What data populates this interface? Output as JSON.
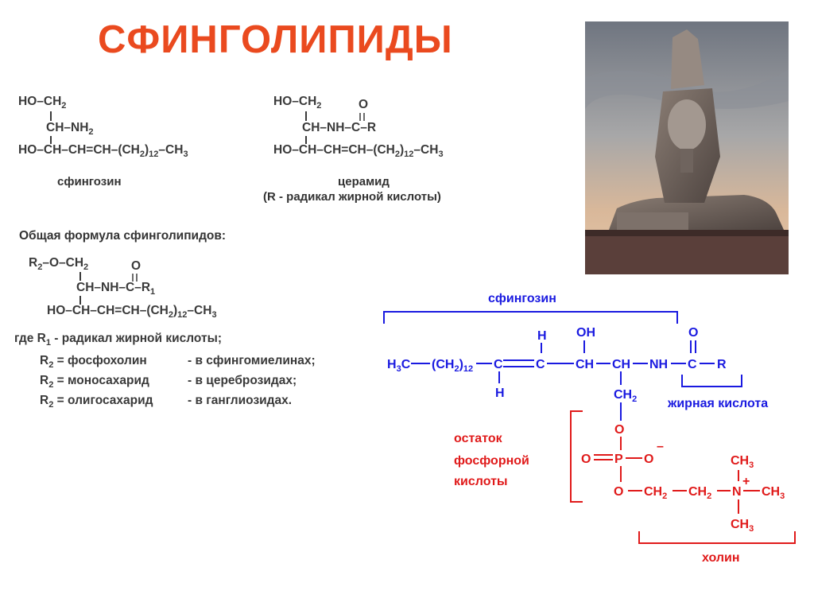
{
  "title": "СФИНГОЛИПИДЫ",
  "sphingosine": {
    "line1": "HO–CH2",
    "line2": "CH–NH2",
    "line3": "HO–CH–CH=CH–(CH2)12–CH3",
    "caption": "сфингозин"
  },
  "ceramide": {
    "o_atom": "O",
    "line1": "HO–CH2",
    "line2": "CH–NH–C–R",
    "line3": "HO–CH–CH=CH–(CH2)12–CH3",
    "caption": "церамид",
    "note": "(R - радикал жирной кислоты)"
  },
  "general": {
    "heading": "Общая формула сфинголипидов:",
    "o_atom": "O",
    "line1": "R2–O–CH2",
    "line2": "CH–NH–C–R1",
    "line3": "HO–CH–CH=CH–(CH2)12–CH3",
    "legend": [
      {
        "lhs": "где R1 - радикал жирной кислоты;",
        "rhs": ""
      },
      {
        "lhs": "R2 = фосфохолин",
        "rhs": "- в сфингомиелинах;"
      },
      {
        "lhs": "R2 = моносахарид",
        "rhs": "- в цереброзидах;"
      },
      {
        "lhs": "R2 = олигосахарид",
        "rhs": "- в ганглиозидах."
      }
    ]
  },
  "scheme": {
    "label_sphingosine": "сфингозин",
    "label_fatty_acid": "жирная кислота",
    "label_phosphate": [
      "остаток",
      "фосфорной",
      "кислоты"
    ],
    "label_choline": "холин",
    "colors": {
      "blue": "#1a1ae0",
      "red": "#e01a1a",
      "title": "#ea4a1f"
    }
  },
  "photo": {
    "subject": "sphinx-statue-photo"
  }
}
